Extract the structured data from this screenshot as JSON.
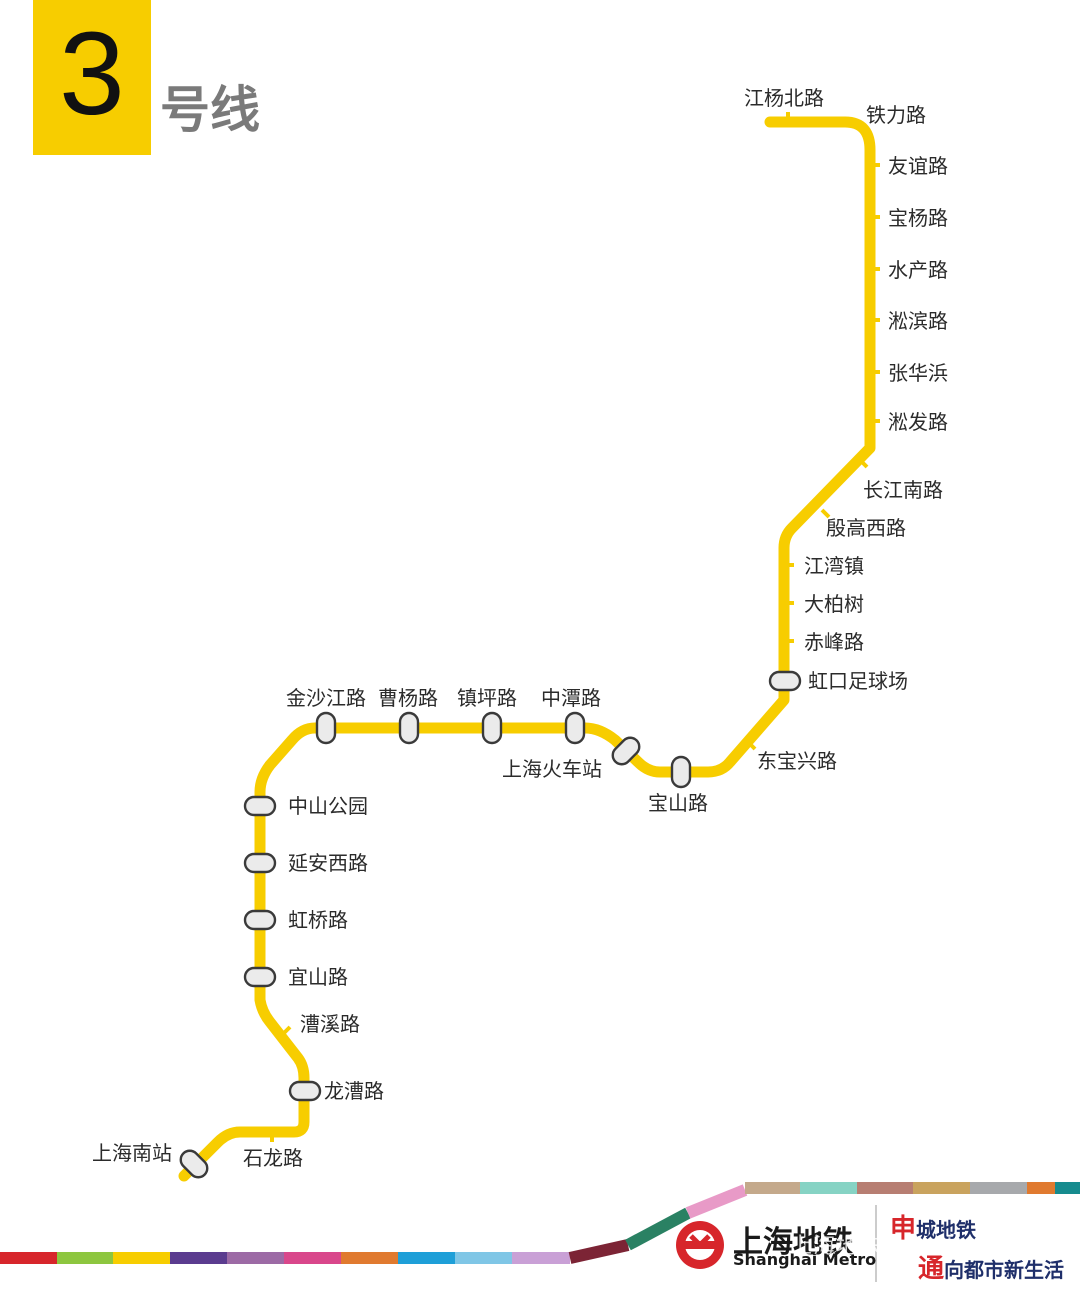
{
  "header": {
    "line_number": "3",
    "line_suffix": "号线"
  },
  "line_color": "#F7CD00",
  "stations": [
    {
      "id": "s01",
      "name": "江杨北路",
      "interchange": false
    },
    {
      "id": "s02",
      "name": "铁力路",
      "interchange": false
    },
    {
      "id": "s03",
      "name": "友谊路",
      "interchange": false
    },
    {
      "id": "s04",
      "name": "宝杨路",
      "interchange": false
    },
    {
      "id": "s05",
      "name": "水产路",
      "interchange": false
    },
    {
      "id": "s06",
      "name": "淞滨路",
      "interchange": false
    },
    {
      "id": "s07",
      "name": "张华浜",
      "interchange": false
    },
    {
      "id": "s08",
      "name": "淞发路",
      "interchange": false
    },
    {
      "id": "s09",
      "name": "长江南路",
      "interchange": false
    },
    {
      "id": "s10",
      "name": "殷高西路",
      "interchange": false
    },
    {
      "id": "s11",
      "name": "江湾镇",
      "interchange": false
    },
    {
      "id": "s12",
      "name": "大柏树",
      "interchange": false
    },
    {
      "id": "s13",
      "name": "赤峰路",
      "interchange": false
    },
    {
      "id": "s14",
      "name": "虹口足球场",
      "interchange": true
    },
    {
      "id": "s15",
      "name": "东宝兴路",
      "interchange": false
    },
    {
      "id": "s16",
      "name": "宝山路",
      "interchange": true
    },
    {
      "id": "s17",
      "name": "上海火车站",
      "interchange": true
    },
    {
      "id": "s18",
      "name": "中潭路",
      "interchange": true
    },
    {
      "id": "s19",
      "name": "镇坪路",
      "interchange": true
    },
    {
      "id": "s20",
      "name": "曹杨路",
      "interchange": true
    },
    {
      "id": "s21",
      "name": "金沙江路",
      "interchange": true
    },
    {
      "id": "s22",
      "name": "中山公园",
      "interchange": true
    },
    {
      "id": "s23",
      "name": "延安西路",
      "interchange": true
    },
    {
      "id": "s24",
      "name": "虹桥路",
      "interchange": true
    },
    {
      "id": "s25",
      "name": "宜山路",
      "interchange": true
    },
    {
      "id": "s26",
      "name": "漕溪路",
      "interchange": false
    },
    {
      "id": "s27",
      "name": "龙漕路",
      "interchange": true
    },
    {
      "id": "s28",
      "name": "石龙路",
      "interchange": false
    },
    {
      "id": "s29",
      "name": "上海南站",
      "interchange": true
    }
  ],
  "footer": {
    "brand_cn": "上海地铁",
    "brand_en": "Shanghai Metro",
    "slogan_line1_hl": "申",
    "slogan_line1_rest": "城地铁",
    "slogan_line2_hl": "通",
    "slogan_line2_rest": "向都市新生活",
    "watermark": "上海地铁shmetro",
    "logo_color": "#D7262B",
    "stripe_colors": [
      "#D7262B",
      "#8DC63F",
      "#F7CD00",
      "#5B3C8F",
      "#9C6AA5",
      "#D9478B",
      "#E07A2F",
      "#1E9FD8",
      "#7FC6E6",
      "#C9A0D6",
      "#7C2435",
      "#2A8163",
      "#E89AC7",
      "#C4A98B",
      "#86D3C4",
      "#B77E72",
      "#C9A35E",
      "#A7A9AC",
      "#E07A2F",
      "#168B8E"
    ]
  }
}
